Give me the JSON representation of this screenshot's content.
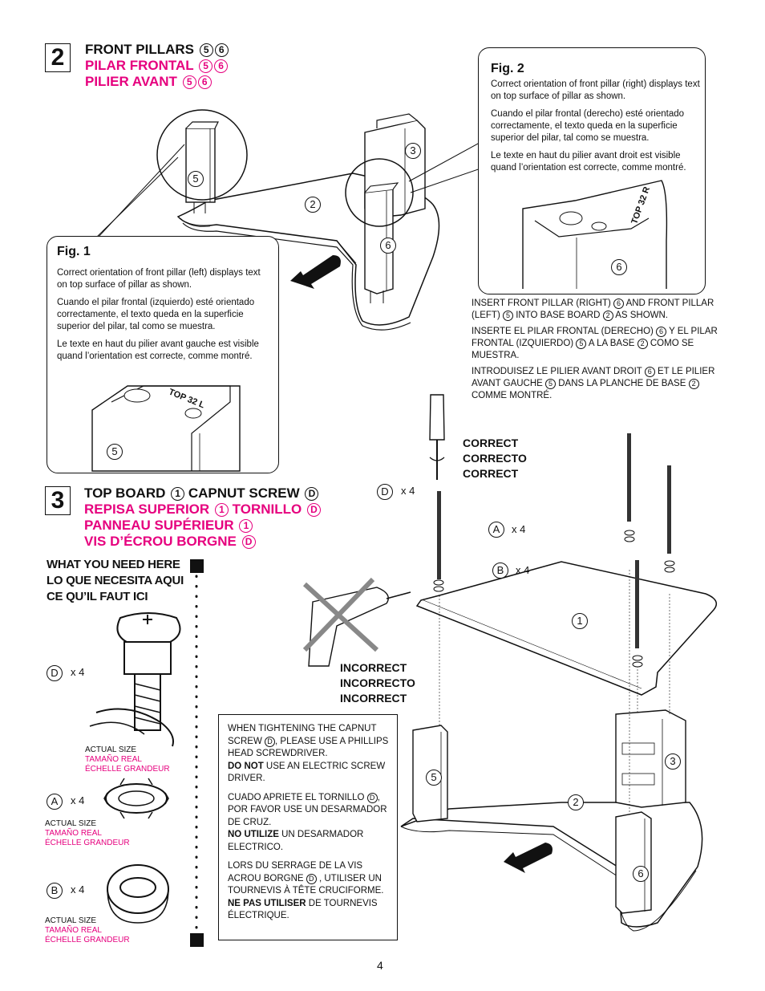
{
  "step2": {
    "number": "2",
    "title_en": "FRONT PILLARS",
    "title_es": "PILAR FRONTAL",
    "title_fr": "PILIER AVANT",
    "part_a": "5",
    "part_b": "6"
  },
  "fig1": {
    "title": "Fig. 1",
    "text_en": "Correct orientation of front pillar (left) displays text on top surface of pillar as shown.",
    "text_es": "Cuando el pilar frontal (izquierdo) esté orientado correctamente, el texto queda en la superficie superior del pilar, tal como se muestra.",
    "text_fr": "Le texte en haut du pilier avant gauche est visible quand l’orientation est correcte, comme montré.",
    "part_label": "5",
    "imprint": "TOP 32 L"
  },
  "fig2": {
    "title": "Fig. 2",
    "text_en": "Correct orientation of front pillar (right) displays text on top surface of pillar as shown.",
    "text_es": "Cuando el pilar frontal (derecho) esté orientado correctamente, el texto queda en la superficie superior del pilar, tal como se muestra.",
    "text_fr": "Le texte en haut du pilier avant droit est visible quand l’orientation est correcte, comme montré.",
    "part_label": "6",
    "imprint": "TOP 32 R"
  },
  "step2_diagram": {
    "labels": [
      "5",
      "3",
      "2",
      "6"
    ]
  },
  "insert_text": {
    "en_1": "INSERT FRONT PILLAR (RIGHT)",
    "en_2": "AND FRONT PILLAR (LEFT)",
    "en_3": "INTO BASE BOARD",
    "en_4": "AS SHOWN.",
    "es_1": "INSERTE EL PILAR FRONTAL (DERECHO)",
    "es_2": "Y EL PILAR FRONTAL (IZQUIERDO)",
    "es_3": "A LA BASE",
    "es_4": "COMO SE MUESTRA.",
    "fr_1": "INTRODUISEZ LE PILIER AVANT DROIT",
    "fr_2": "ET LE PILIER AVANT GAUCHE",
    "fr_3": "DANS LA PLANCHE DE BASE",
    "fr_4": "COMME MONTRÉ.",
    "n6": "6",
    "n5": "5",
    "n2": "2"
  },
  "step3": {
    "number": "3",
    "line1_a": "TOP BOARD",
    "line1_b": "CAPNUT SCREW",
    "line2_a": "REPISA SUPERIOR",
    "line2_b": "TORNILLO",
    "line3": "PANNEAU SUPÉRIEUR",
    "line4": "VIS D’ÉCROU BORGNE",
    "part_1": "1",
    "part_d": "D"
  },
  "need": {
    "en": "WHAT YOU NEED HERE",
    "es": "LO QUE NECESITA AQUI",
    "fr": "CE QU’IL FAUT ICI"
  },
  "hardware": [
    {
      "letter": "D",
      "qty": "x 4",
      "en": "ACTUAL SIZE",
      "es": "TAMAÑO REAL",
      "fr": "ÉCHELLE GRANDEUR"
    },
    {
      "letter": "A",
      "qty": "x 4",
      "en": "ACTUAL SIZE",
      "es": "TAMAÑO REAL",
      "fr": "ÉCHELLE GRANDEUR"
    },
    {
      "letter": "B",
      "qty": "x 4",
      "en": "ACTUAL SIZE",
      "es": "TAMAÑO REAL",
      "fr": "ÉCHELLE GRANDEUR"
    }
  ],
  "correct": {
    "en": "CORRECT",
    "es": "CORRECTO",
    "fr": "CORRECT"
  },
  "incorrect": {
    "en": "INCORRECT",
    "es": "INCORRECTO",
    "fr": "INCORRECT"
  },
  "step3_diagram": {
    "d_qty": "x 4",
    "a_qty": "x 4",
    "b_qty": "x 4",
    "labels": [
      "D",
      "A",
      "B",
      "1",
      "5",
      "3",
      "2",
      "6"
    ]
  },
  "warning": {
    "en_1": "WHEN TIGHTENING THE CAPNUT SCREW",
    "en_2": ", PLEASE USE A PHILLIPS HEAD SCREWDRIVER.",
    "en_bold": "DO NOT",
    "en_3": " USE AN ELECTRIC SCREW DRIVER.",
    "es_1": "CUADO APRIETE EL TORNILLO",
    "es_2": ", POR FAVOR USE UN DESARMADOR DE CRUZ.",
    "es_bold": "NO UTILIZE",
    "es_3": " UN DESARMADOR ELECTRICO.",
    "fr_1": "LORS DU SERRAGE DE LA VIS ACROU BORGNE",
    "fr_2": " , UTILISER UN TOURNEVIS À TÊTE CRUCIFORME.",
    "fr_bold": "NE PAS UTILISER",
    "fr_3": " DE TOURNEVIS ÉLECTRIQUE.",
    "part": "D"
  },
  "page_number": "4"
}
